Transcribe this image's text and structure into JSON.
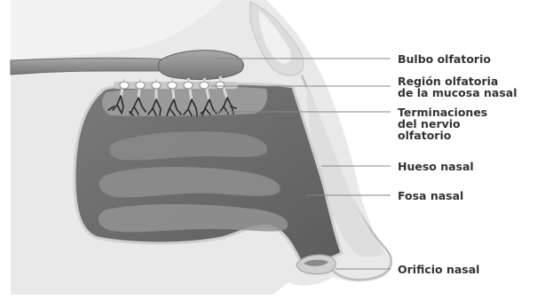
{
  "labels": {
    "olfactory_bulb": "Bulbo olfatorio",
    "olfactory_region_line1": "Región olfatoria",
    "olfactory_region_line2": "de la mucosa nasal",
    "nerve_endings_line1": "Terminaciones",
    "nerve_endings_line2": "del nervio",
    "nerve_endings_line3": "olfatorio",
    "nasal_bone": "Hueso nasal",
    "nasal_cavity": "Fosa nasal",
    "nostril": "Orificio nasal"
  },
  "colors": {
    "label_text": "#333333",
    "leader_line": "#888888",
    "cavity_fill": "#6b6b6b",
    "skin_tone": "#e6e6e6",
    "nerve_dark": "#2a2a2a"
  }
}
